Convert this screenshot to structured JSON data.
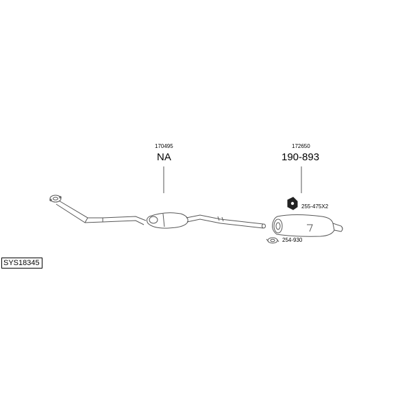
{
  "diagram": {
    "system_code": "SYS18345",
    "center_section": {
      "ref": "170495",
      "number": "NA"
    },
    "rear_section": {
      "ref": "172650",
      "number": "190-893"
    },
    "fittings": [
      {
        "part": "255-475X2"
      },
      {
        "part": "254-930"
      }
    ],
    "line_color": "#555555"
  }
}
